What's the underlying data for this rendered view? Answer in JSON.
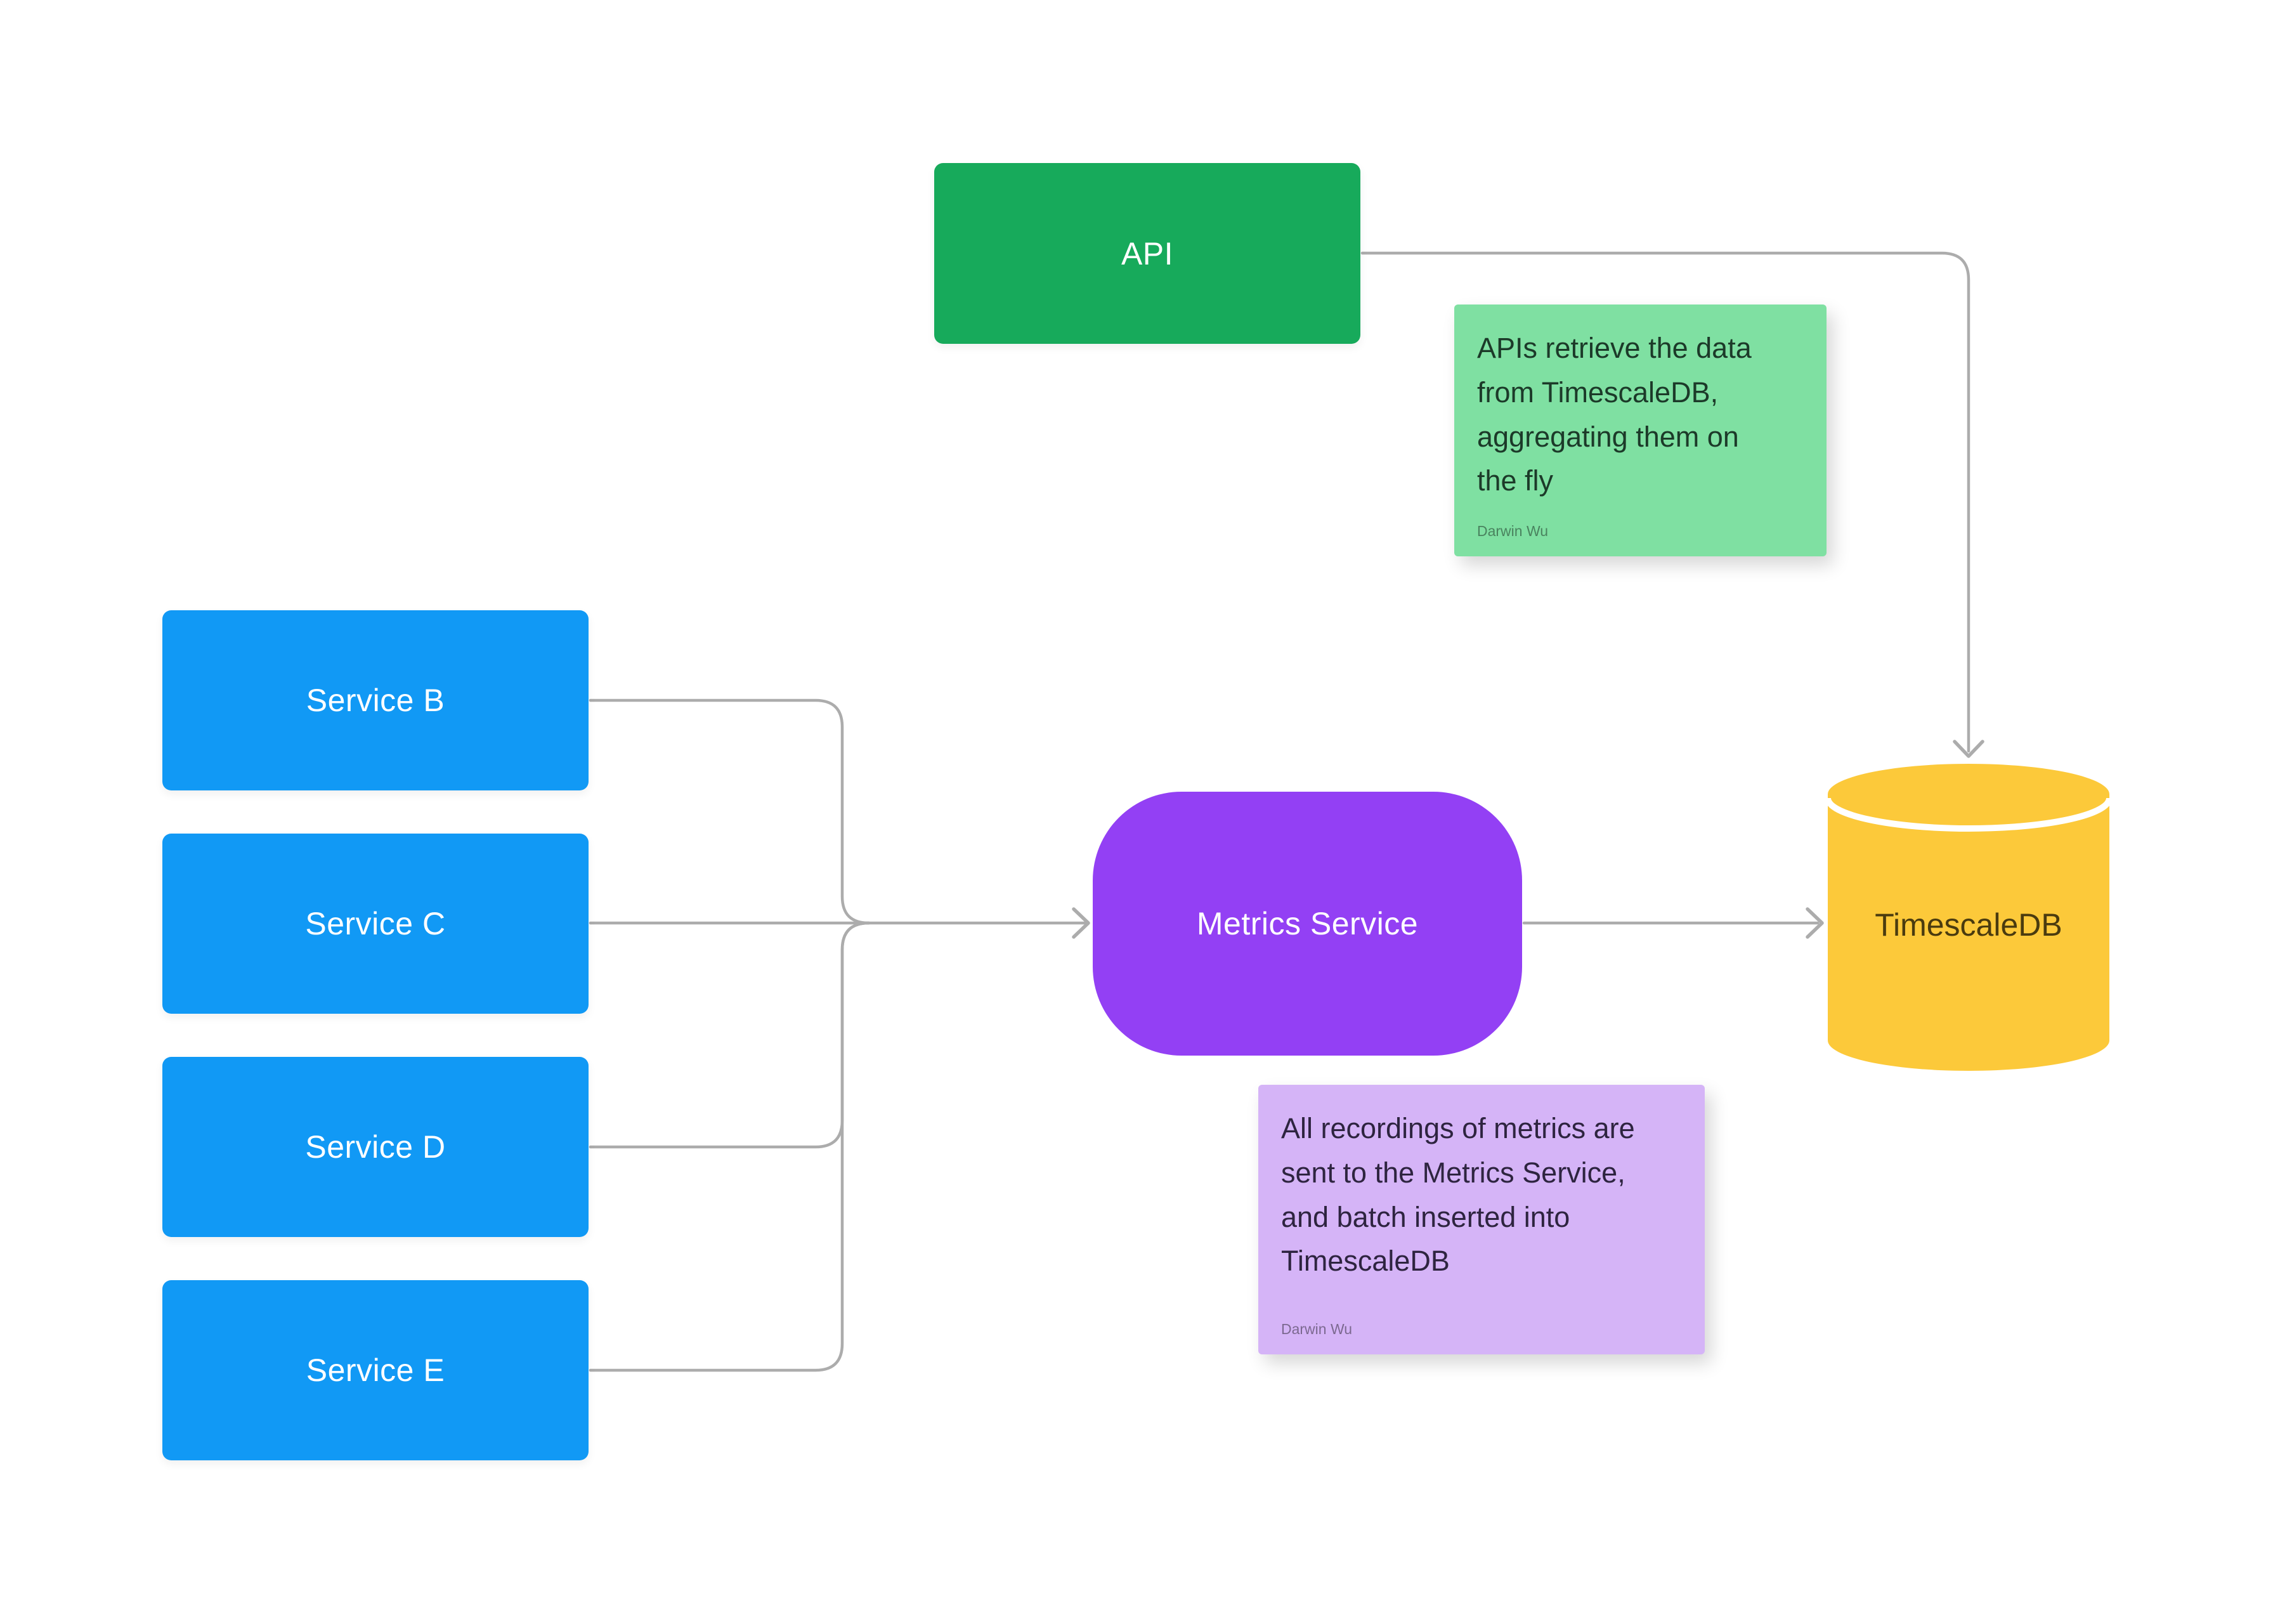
{
  "palette": {
    "canvas_bg": "#FFFFFF",
    "node_green": "#17AA5B",
    "node_blue": "#1199F5",
    "node_purple": "#9340F4",
    "cylinder_yellow": "#FCC93A",
    "note_green_bg": "#7FE0A2",
    "note_purple_bg": "#D5B4F7",
    "note_green_text": "#1C3A29",
    "note_purple_text": "#2E2440",
    "db_text": "#4A3B0F",
    "connector_gray": "#ACACAC",
    "node_text": "#FFFFFF"
  },
  "nodes": {
    "api": {
      "label": "API"
    },
    "services": [
      {
        "label": "Service B"
      },
      {
        "label": "Service C"
      },
      {
        "label": "Service D"
      },
      {
        "label": "Service E"
      }
    ],
    "metrics_service": {
      "label": "Metrics Service"
    },
    "timescaledb": {
      "label": "TimescaleDB"
    }
  },
  "notes": {
    "api_note": {
      "text": "APIs retrieve the data\nfrom TimescaleDB,\naggregating them on\nthe fly",
      "author": "Darwin Wu"
    },
    "metrics_note": {
      "text": "All recordings of metrics are\nsent to the Metrics Service,\nand batch inserted into\nTimescaleDB",
      "author": "Darwin Wu"
    }
  }
}
